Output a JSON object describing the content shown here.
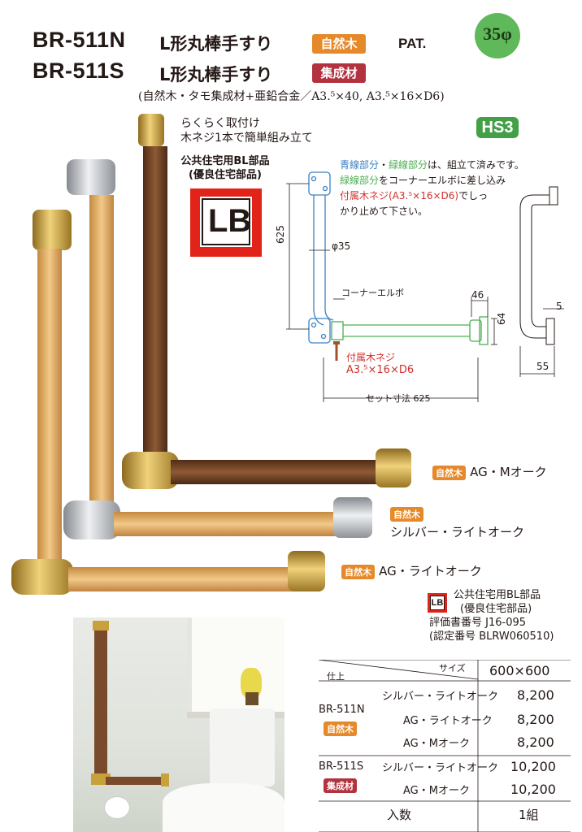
{
  "header": {
    "model_n": "BR-511N",
    "model_s": "BR-511S",
    "product_name": "L形丸棒手すり",
    "tag_natural": "自然木",
    "tag_laminated": "集成材",
    "pat": "PAT.",
    "diameter": "35φ",
    "spec": "(自然木・タモ集成材+亜鉛合金／A3.⁵×40, A3.⁵×16×D6)",
    "hs_badge": "HS3"
  },
  "features": [
    "らくらく取付け",
    "木ネジ1本で簡単組み立て"
  ],
  "bl_top": {
    "line1": "公共住宅用BL部品",
    "line2": "(優良住宅部品)",
    "logo": "LB"
  },
  "assembly_note": {
    "line1_a": "青線部分",
    "line1_b": "・",
    "line1_c": "緑線部分",
    "line1_d": "は、組立て済みです。",
    "line2_a": "緑線部分",
    "line2_b": "をコーナーエルボに差し込み",
    "line3_a": "付属木ネジ(A3.⁵×16×D6)",
    "line3_b": "でしっ",
    "line4": "かり止めて下さい。"
  },
  "diagram": {
    "dim_625_v": "625",
    "phi35": "φ35",
    "corner_elbow": "コーナーエルボ",
    "dim_46": "46",
    "dim_64": "64",
    "dim_5": "5",
    "dim_55": "55",
    "screw_label": "付属木ネジ",
    "screw_spec": "A3.⁵×16×D6",
    "set_dim": "セット寸法 625"
  },
  "variants": [
    {
      "tag": "自然木",
      "label": "AG・Mオーク"
    },
    {
      "tag": "自然木",
      "label": "シルバー・ライトオーク"
    },
    {
      "tag": "自然木",
      "label": "AG・ライトオーク"
    }
  ],
  "bl_bottom": {
    "line1": "公共住宅用BL部品",
    "line2": "(優良住宅部品)",
    "line3": "評価書番号 J16-095",
    "line4": "(認定番号 BLRW060510)",
    "logo": "LB"
  },
  "price_table": {
    "size_label": "サイズ",
    "finish_label": "仕上",
    "size_value": "600×600",
    "model_n": "BR-511N",
    "model_n_tag": "自然木",
    "model_s": "BR-511S",
    "model_s_tag": "集成材",
    "rows_n": [
      {
        "finish": "シルバー・ライトオーク",
        "price": "8,200"
      },
      {
        "finish": "AG・ライトオーク",
        "price": "8,200"
      },
      {
        "finish": "AG・Mオーク",
        "price": "8,200"
      }
    ],
    "rows_s": [
      {
        "finish": "シルバー・ライトオーク",
        "price": "10,200"
      },
      {
        "finish": "AG・Mオーク",
        "price": "10,200"
      }
    ],
    "qty_label": "入数",
    "qty_value": "1組"
  },
  "colors": {
    "natural_tag": "#e6892a",
    "laminated_tag": "#b2333f",
    "blue_line": "#3b82c4",
    "green_line": "#4caf50",
    "red_text": "#d0312d",
    "gold": "#c9a13b",
    "silver": "#b9bcc0",
    "light_oak": "#e2b271",
    "m_oak": "#7a4a2c"
  }
}
